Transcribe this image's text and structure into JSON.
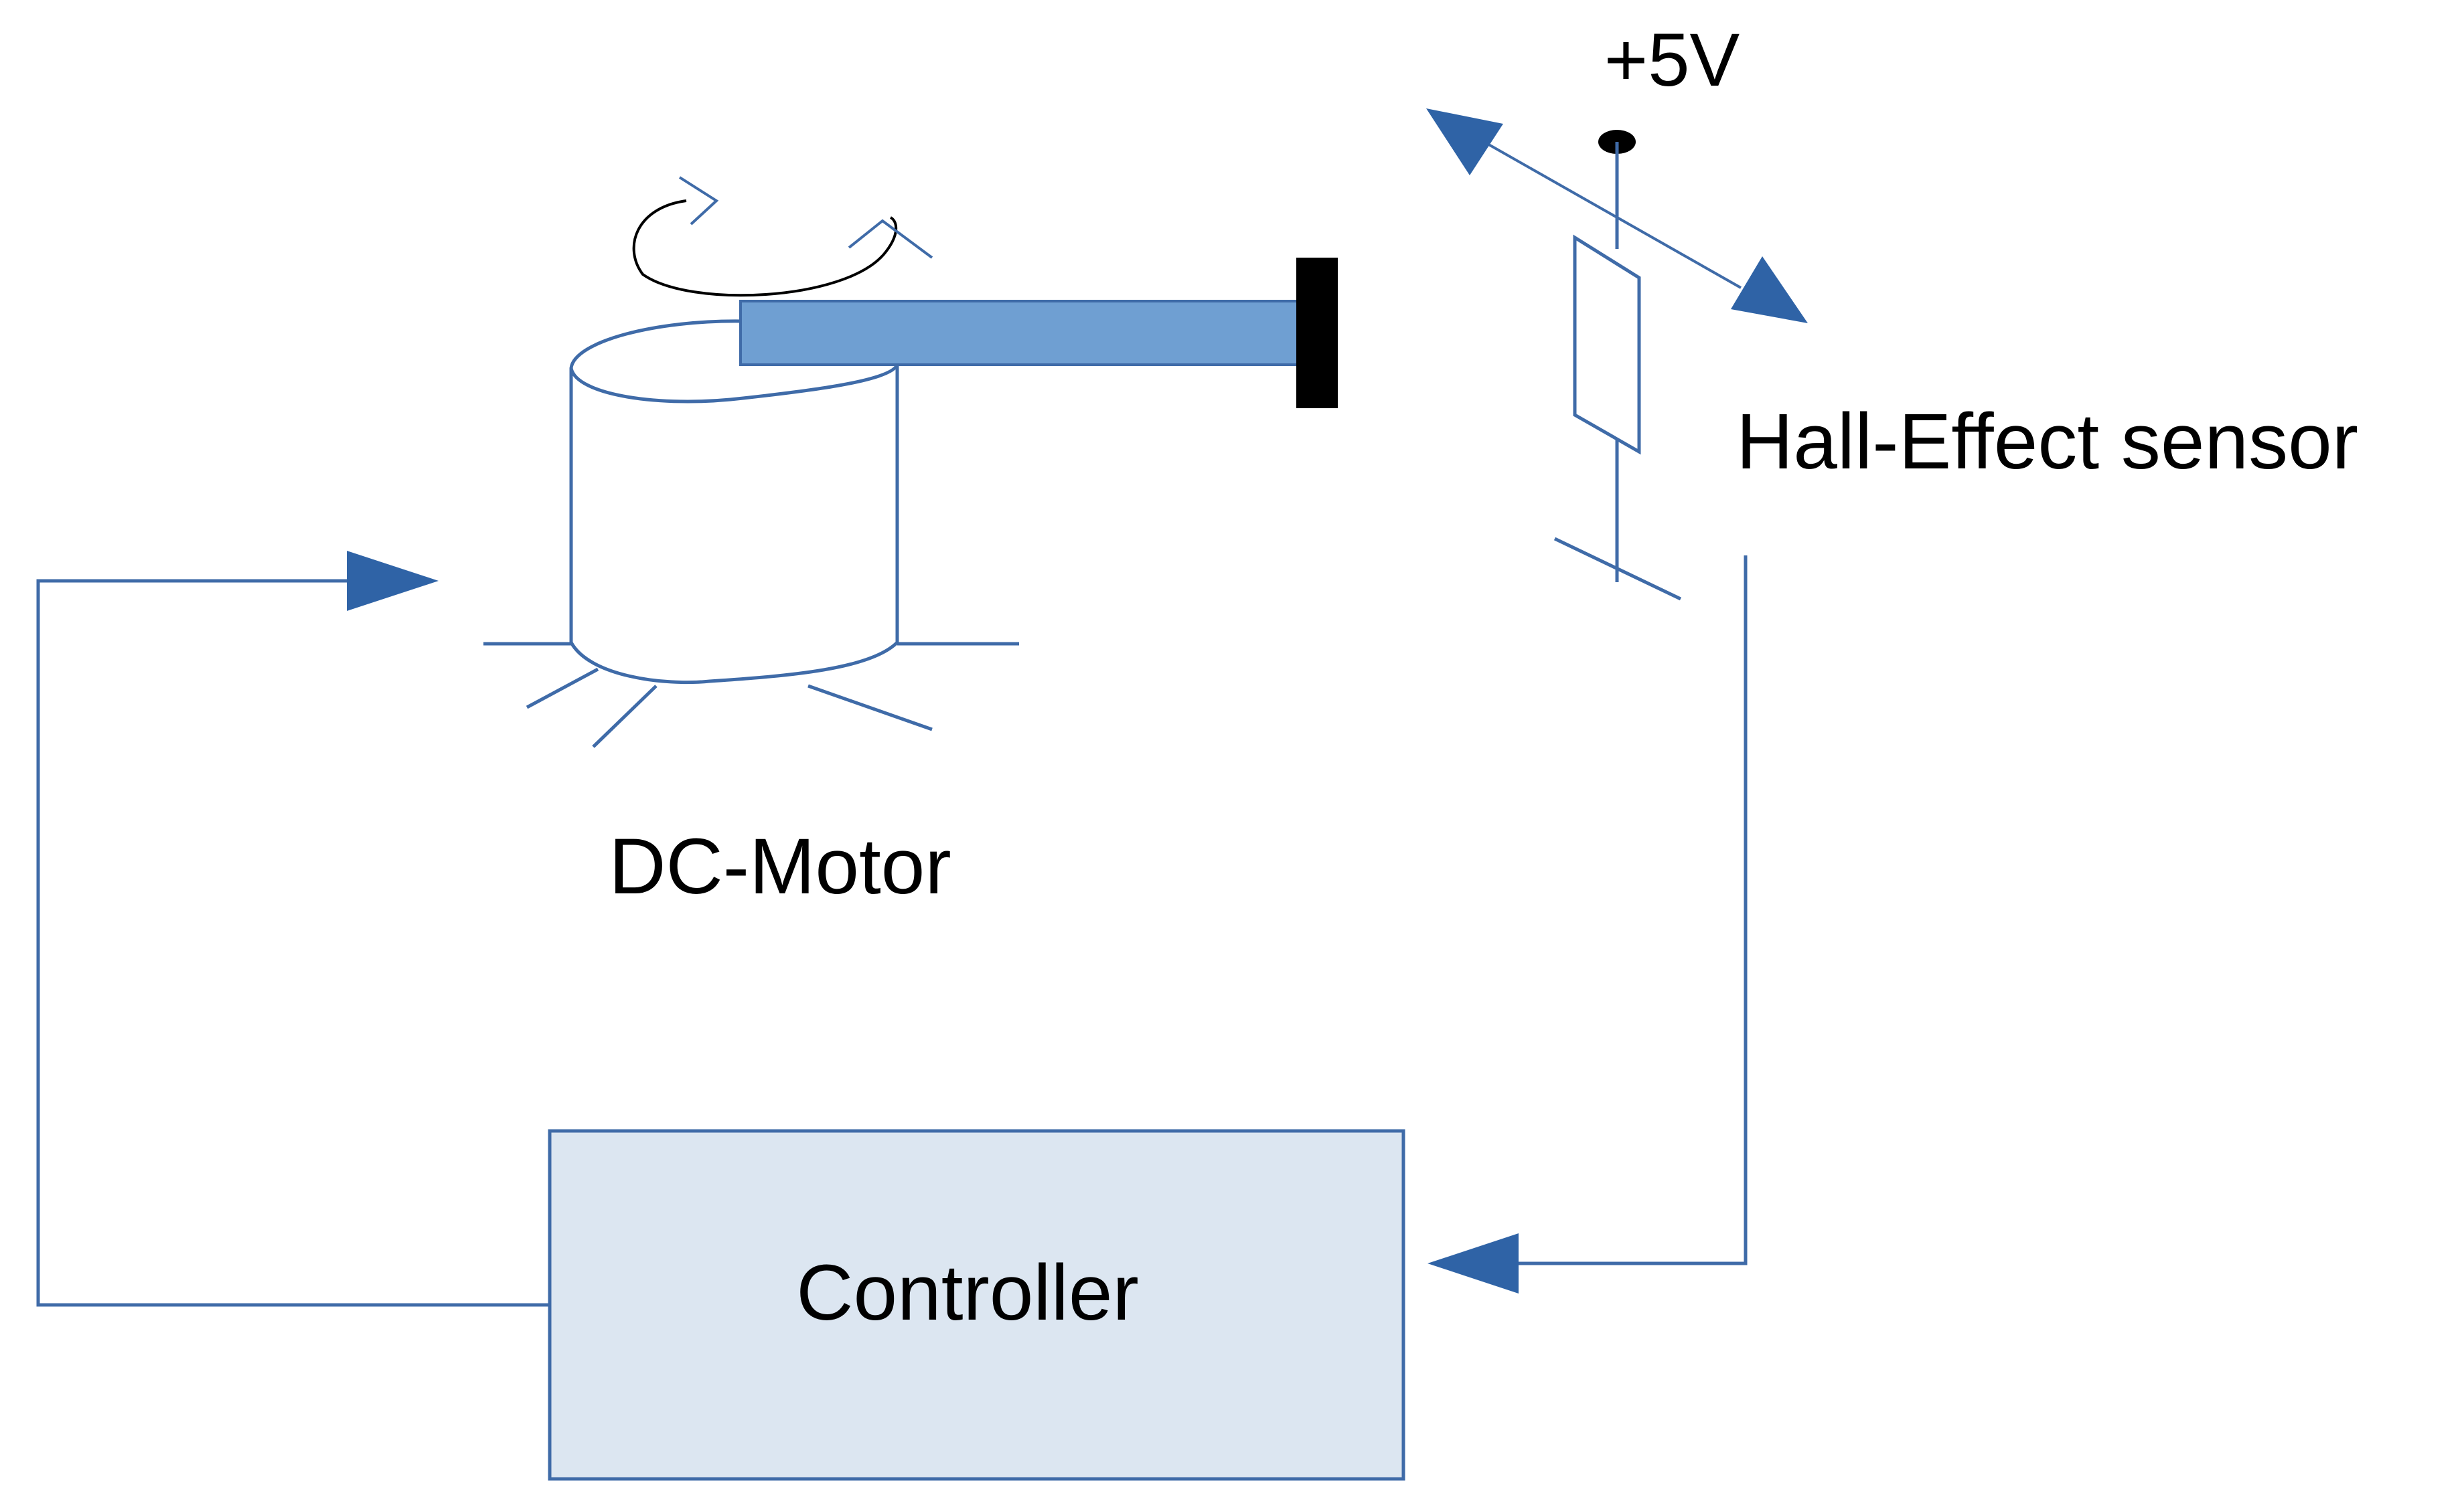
{
  "labels": {
    "supply": "+5V",
    "sensor": "Hall-Effect sensor",
    "motor": "DC-Motor",
    "controller": "Controller"
  },
  "colors": {
    "line": "#3f6ba8",
    "arrow": "#2f63a6",
    "arm_fill": "#6f9fd2",
    "arm_stroke": "#3f6ba8",
    "magnet": "#000000",
    "controller_fill": "#dce6f1",
    "controller_stroke": "#3f6ba8",
    "rotation": "#000000",
    "text": "#000000"
  },
  "icons": {
    "motor": "dc-motor-cylinder-icon",
    "rotation": "rotation-arrow-icon",
    "sensor": "hall-sensor-icon",
    "motion": "double-headed-arrow-icon"
  }
}
